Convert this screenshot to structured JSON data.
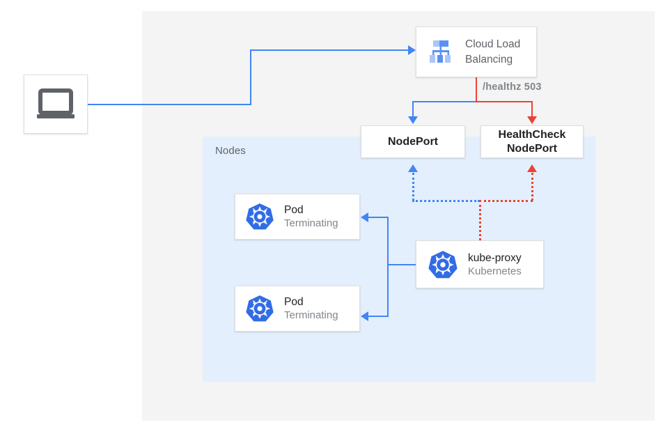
{
  "diagram": {
    "title": "Kubernetes NodePort health check failover diagram",
    "regions": {
      "outer": {
        "name": "cloud-region"
      },
      "nodes": {
        "label": "Nodes"
      }
    },
    "colors": {
      "blue": "#4285f4",
      "red": "#ea4335",
      "nodes_bg": "#e3effc",
      "outer_bg": "#f4f4f4",
      "text_primary": "#202124",
      "text_secondary": "#5f6368",
      "text_muted": "#80868b",
      "k8s_blue": "#326ce5"
    },
    "nodes_list": {
      "client": {
        "icon": "laptop-icon",
        "label": ""
      },
      "cloud_load_balancing": {
        "icon": "cloud-load-balancing-icon",
        "line1": "Cloud Load",
        "line2": "Balancing"
      },
      "nodeport": {
        "label": "NodePort"
      },
      "healthcheck_nodeport": {
        "line1": "HealthCheck",
        "line2": "NodePort"
      },
      "pod_1": {
        "icon": "kubernetes-icon",
        "title": "Pod",
        "subtitle": "Terminating"
      },
      "pod_2": {
        "icon": "kubernetes-icon",
        "title": "Pod",
        "subtitle": "Terminating"
      },
      "kube_proxy": {
        "icon": "kubernetes-icon",
        "title": "kube-proxy",
        "subtitle": "Kubernetes"
      }
    },
    "edges": {
      "healthz": {
        "label": "/healthz 503"
      }
    }
  }
}
